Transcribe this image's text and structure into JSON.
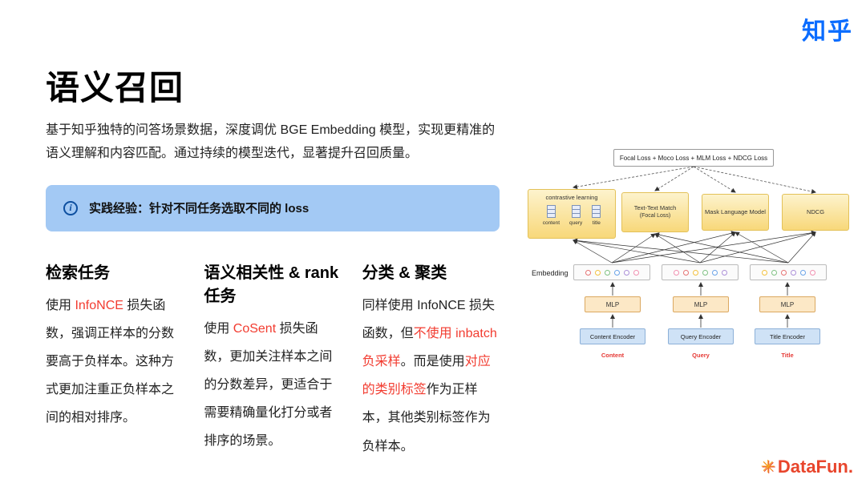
{
  "colors": {
    "zhihu_blue": "#0a6cff",
    "red": "#f23c30",
    "tip_bg": "#a3c9f4",
    "task_yellow": "#f8d87a",
    "encoder_blue": "#cfe2f6",
    "mlp_orange": "#fce8c6",
    "datafun_orange": "#f6a21c",
    "datafun_red": "#e8452c"
  },
  "header": {
    "zhihu_logo": "知乎"
  },
  "main": {
    "title": "语义召回",
    "subtitle": "基于知乎独特的问答场景数据，深度调优 BGE Embedding 模型，实现更精准的语义理解和内容匹配。通过持续的模型迭代，显著提升召回质量。",
    "tip": {
      "icon": "info-circle",
      "text": "实践经验：针对不同任务选取不同的 loss"
    },
    "columns": [
      {
        "title": "检索任务",
        "body": [
          {
            "text": "使用 "
          },
          {
            "text": "InfoNCE",
            "red": true
          },
          {
            "text": " 损失函数，强调正样本的分数要高于负样本。这种方式更加注重正负样本之间的相对排序。"
          }
        ]
      },
      {
        "title": "语义相关性 & rank 任务",
        "body": [
          {
            "text": "使用 "
          },
          {
            "text": "CoSent",
            "red": true
          },
          {
            "text": " 损失函数，更加关注样本之间的分数差异，更适合于需要精确量化打分或者排序的场景。"
          }
        ]
      },
      {
        "title": "分类 & 聚类",
        "body": [
          {
            "text": "同样使用 InfoNCE 损失函数，但"
          },
          {
            "text": "不使用 inbatch 负采样",
            "red": true
          },
          {
            "text": "。而是使用"
          },
          {
            "text": "对应的类别标签",
            "red": true
          },
          {
            "text": "作为正样本，其他类别标签作为负样本。"
          }
        ]
      }
    ]
  },
  "diagram": {
    "loss_box": "Focal Loss + Moco Loss + MLM Loss + NDCG Loss",
    "contrastive": {
      "label": "contrastive learning",
      "items": [
        "content",
        "query",
        "title"
      ]
    },
    "tasks": [
      {
        "label": "Text-Text Match",
        "sub": "(Focal Loss)"
      },
      {
        "label": "Mask Language Model"
      },
      {
        "label": "NDCG"
      }
    ],
    "embedding_label": "Embedding",
    "embeddings": [
      {
        "dots": [
          "#e57373",
          "#f3c13e",
          "#7fc183",
          "#6aa3e8",
          "#ab8fd8",
          "#f191b1"
        ]
      },
      {
        "dots": [
          "#f191b1",
          "#e57373",
          "#f3c13e",
          "#7fc183",
          "#6aa3e8",
          "#ab8fd8"
        ]
      },
      {
        "dots": [
          "#f3c13e",
          "#7fc183",
          "#e57373",
          "#ab8fd8",
          "#6aa3e8",
          "#f191b1"
        ]
      }
    ],
    "mlp_label": "MLP",
    "encoders": [
      "Content Encoder",
      "Query Encoder",
      "Title Encoder"
    ],
    "inputs": [
      "Content",
      "Query",
      "Title"
    ]
  },
  "footer": {
    "datafun_logo": "DataFun.",
    "datafun_icon": "✳"
  }
}
